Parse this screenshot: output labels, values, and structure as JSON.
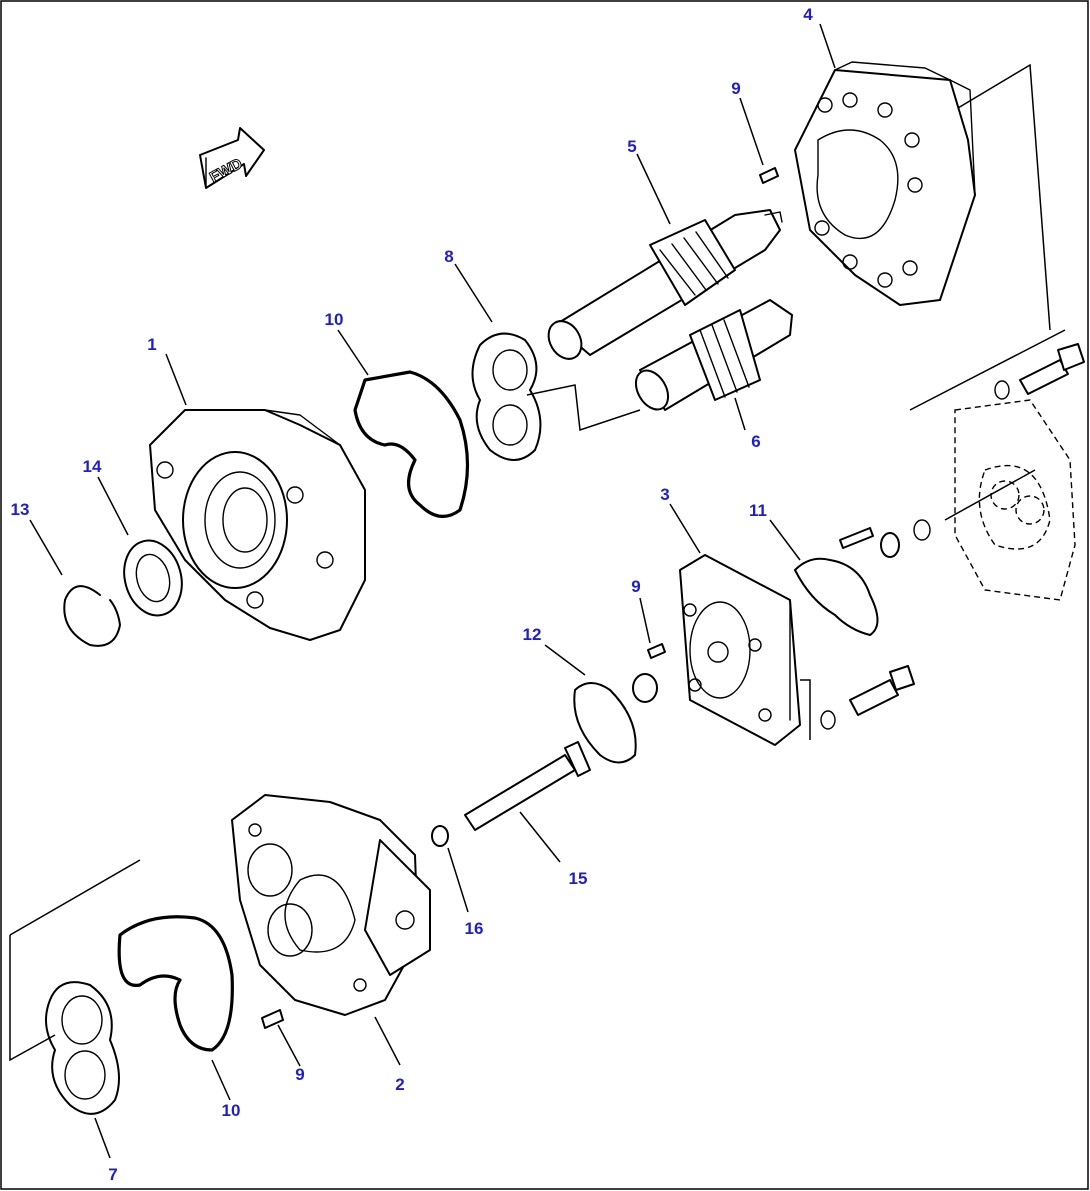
{
  "diagram": {
    "fwd_label": "FWD",
    "callouts": [
      {
        "id": "1",
        "label": "1"
      },
      {
        "id": "2",
        "label": "2"
      },
      {
        "id": "3",
        "label": "3"
      },
      {
        "id": "4",
        "label": "4"
      },
      {
        "id": "5",
        "label": "5"
      },
      {
        "id": "6",
        "label": "6"
      },
      {
        "id": "7",
        "label": "7"
      },
      {
        "id": "8",
        "label": "8"
      },
      {
        "id": "9a",
        "label": "9"
      },
      {
        "id": "9b",
        "label": "9"
      },
      {
        "id": "9c",
        "label": "9"
      },
      {
        "id": "10a",
        "label": "10"
      },
      {
        "id": "10b",
        "label": "10"
      },
      {
        "id": "11",
        "label": "11"
      },
      {
        "id": "12",
        "label": "12"
      },
      {
        "id": "13",
        "label": "13"
      },
      {
        "id": "14",
        "label": "14"
      },
      {
        "id": "15",
        "label": "15"
      },
      {
        "id": "16",
        "label": "16"
      }
    ],
    "colors": {
      "callout": "#1f1fc8",
      "line": "#000000",
      "background": "#ffffff"
    }
  }
}
